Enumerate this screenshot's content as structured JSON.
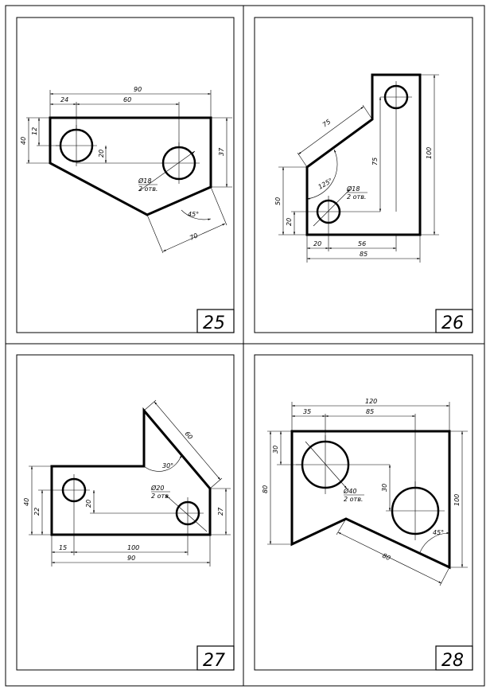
{
  "sheet": {
    "colors": {
      "ink": "#000000",
      "paper": "#ffffff"
    }
  },
  "drawings": [
    {
      "number": "25",
      "dims": {
        "overall_width": "90",
        "left_offset": "24",
        "hole_spacing": "60",
        "height_left": "40",
        "hole_top_offset": "12",
        "hole_vertical_offset": "20",
        "height_right": "37",
        "slant_length": "70",
        "angle": "45°",
        "hole_spec": "Ø18",
        "hole_count": "2 отв."
      }
    },
    {
      "number": "26",
      "dims": {
        "slant_length": "75",
        "angle": "125°",
        "height_total": "100",
        "hole_vertical": "75",
        "height_left": "50",
        "hole_bottom_offset": "20",
        "hole_left_offset": "20",
        "hole_spacing": "56",
        "overall_width": "85",
        "hole_spec": "Ø18",
        "hole_count": "2 отв."
      }
    },
    {
      "number": "27",
      "dims": {
        "slant_length": "60",
        "angle": "30°",
        "height_left": "40",
        "hole_top_offset": "22",
        "hole_vertical_offset": "20",
        "height_right": "27",
        "left_offset": "15",
        "hole_spacing": "100",
        "overall_width": "90",
        "hole_spec": "Ø20",
        "hole_count": "2 отв."
      }
    },
    {
      "number": "28",
      "dims": {
        "overall_width": "120",
        "left_offset": "35",
        "hole_spacing": "85",
        "hole_top_offset": "30",
        "hole_vertical_offset": "30",
        "height_left": "80",
        "height_right": "100",
        "slant_length": "80",
        "angle": "45°",
        "hole_spec": "Ø40",
        "hole_count": "2 отв."
      }
    }
  ]
}
